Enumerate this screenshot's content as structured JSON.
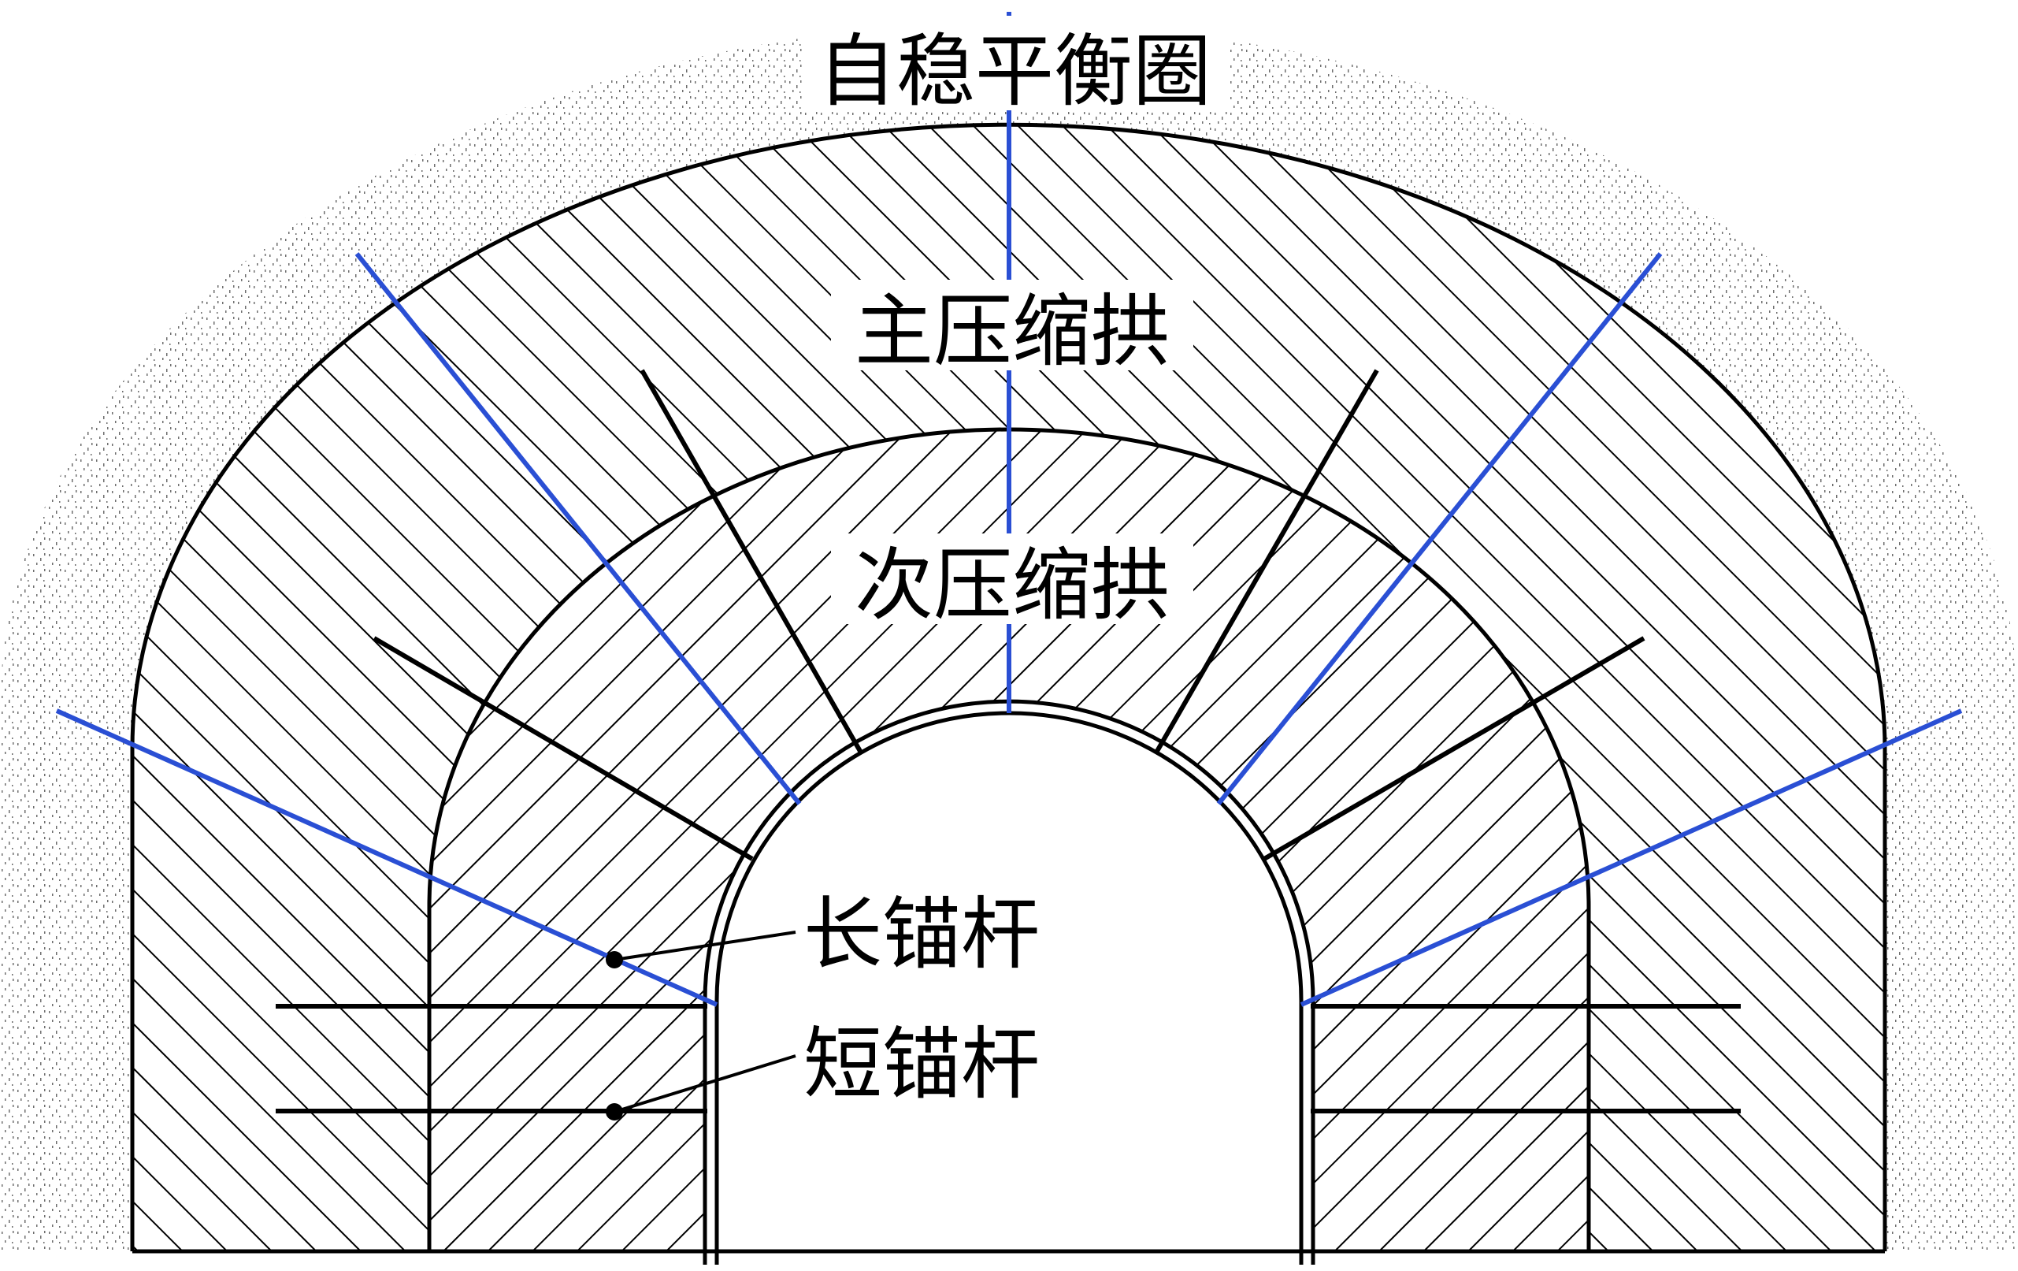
{
  "labels": {
    "self_stable_circle": "自稳平衡圈",
    "primary_arch": "主压缩拱",
    "secondary_arch": "次压缩拱",
    "long_anchor": "长锚杆",
    "short_anchor": "短锚杆"
  },
  "colors": {
    "outline": "#000000",
    "hatch": "#000000",
    "long_anchor": "#2a4fd4",
    "short_anchor": "#000000",
    "stipple": "#555555",
    "background": "#ffffff"
  }
}
